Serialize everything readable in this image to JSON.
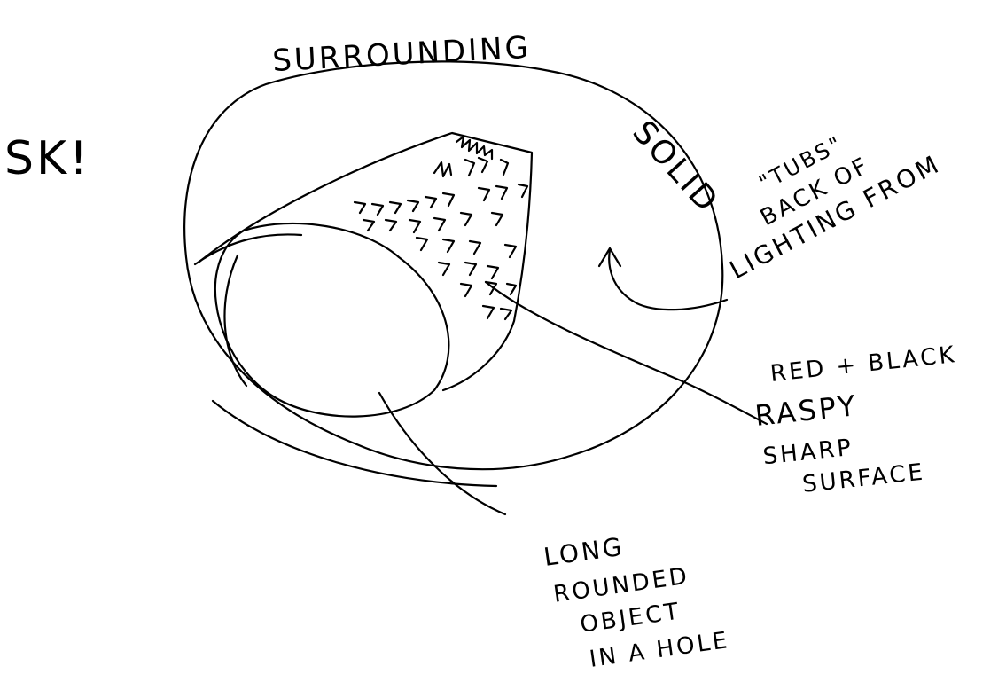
{
  "sketch": {
    "label_sk": "SK!",
    "label_surrounding": "SURROUNDING",
    "label_solid": "SOLID",
    "label_lighting": [
      "LIGHTING FROM",
      "BACK OF",
      "\"TUBS\""
    ],
    "label_surface": [
      "RED + BLACK",
      "RASPY",
      "SHARP",
      "SURFACE"
    ],
    "label_object": [
      "LONG",
      "ROUNDED",
      "OBJECT",
      "IN A HOLE"
    ]
  }
}
